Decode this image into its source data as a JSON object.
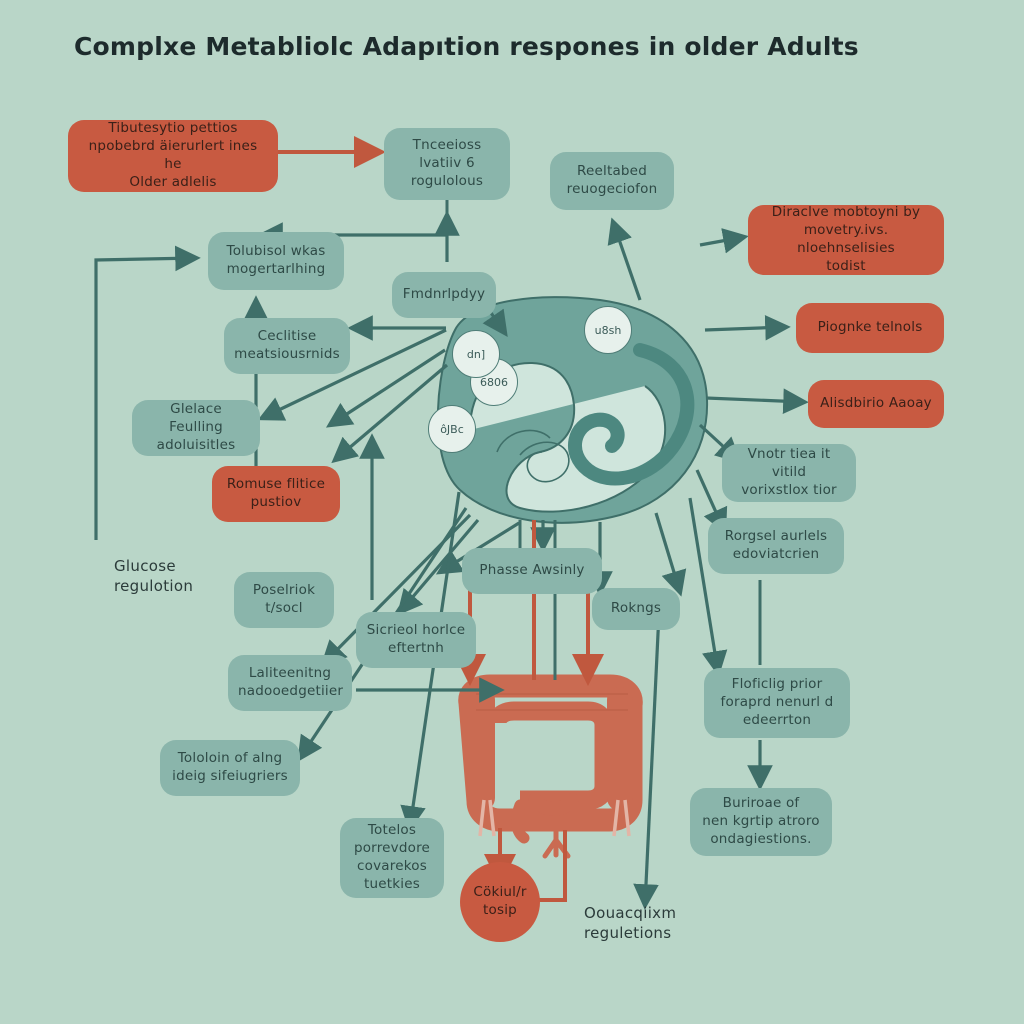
{
  "title": "Complxe Metabliolc Adapıtion respones in older Adults",
  "colors": {
    "background": "#b9d6c8",
    "teal_node": "#8ab5ab",
    "red_node": "#c85a41",
    "arrow_teal": "#3f6f69",
    "arrow_red": "#c0583e",
    "organ_teal": "#6fa49b",
    "organ_teal_dark": "#4d8880",
    "intestine": "#ca6b52",
    "text_dark": "#2e4a46"
  },
  "nodes": [
    {
      "id": "n1",
      "color": "red",
      "lines": [
        "Tibutesytio pettios",
        "npobebrd äierurlert ines he",
        "Older adlelis"
      ]
    },
    {
      "id": "n2",
      "color": "teal",
      "lines": [
        "Tnceeioss",
        "lvatiiv 6",
        "rogulolous"
      ]
    },
    {
      "id": "n3",
      "color": "teal",
      "lines": [
        "Reeltabed",
        "reuogeciofon"
      ]
    },
    {
      "id": "n4",
      "color": "red",
      "lines": [
        "Diraclve mobtoyni by",
        "movetry.ivs. nloehnselisies",
        "todist"
      ]
    },
    {
      "id": "n5",
      "color": "teal",
      "lines": [
        "Tolubisol wkas",
        "mogertarlhing"
      ]
    },
    {
      "id": "n6",
      "color": "red",
      "lines": [
        "Piognke telnols"
      ]
    },
    {
      "id": "n7",
      "color": "teal",
      "lines": [
        "Ceclitise",
        "meatsiousrnids"
      ]
    },
    {
      "id": "n8",
      "color": "teal",
      "lines": [
        "Fmdnrlpdyy"
      ]
    },
    {
      "id": "n9",
      "color": "red",
      "lines": [
        "Alisdbirio Aaoay"
      ]
    },
    {
      "id": "n10",
      "color": "teal",
      "lines": [
        "Glelace Feulling",
        "adoluisitles"
      ]
    },
    {
      "id": "n11",
      "color": "teal",
      "lines": [
        "Vnotr tiea it vitild",
        "vorixstlox tior"
      ]
    },
    {
      "id": "n12",
      "color": "red",
      "lines": [
        "Romuse flitice",
        "pustiov"
      ]
    },
    {
      "id": "n13",
      "color": "teal",
      "lines": [
        "Rorgsel aurlels",
        "edoviatcrien"
      ]
    },
    {
      "id": "n14",
      "color": "teal",
      "lines": [
        "Phasse Awsinly"
      ]
    },
    {
      "id": "n15",
      "color": "teal",
      "lines": [
        "Poselriok",
        "t/socl"
      ]
    },
    {
      "id": "n16",
      "color": "teal",
      "lines": [
        "Rokngs"
      ]
    },
    {
      "id": "n17",
      "color": "teal",
      "lines": [
        "Sicrieol horlce",
        "eftertnh"
      ]
    },
    {
      "id": "n18",
      "color": "teal",
      "lines": [
        "Floficlig prior",
        "foraprd nenurl d",
        "edeerrton"
      ]
    },
    {
      "id": "n19",
      "color": "teal",
      "lines": [
        "Laliteenitng",
        "nadooedgetiier"
      ]
    },
    {
      "id": "n20",
      "color": "teal",
      "lines": [
        "Tololoin of alng",
        "ideig sifeiugriers"
      ]
    },
    {
      "id": "n21",
      "color": "teal",
      "lines": [
        "Buriroae of",
        "nen kgrtip atroro",
        "ondagiestions."
      ]
    },
    {
      "id": "n22",
      "color": "teal",
      "lines": [
        "Totelos",
        "porrevdore",
        "covarekos",
        "tuetkies"
      ]
    },
    {
      "id": "n23",
      "color": "red",
      "lines": [
        "Cökiul/r",
        "tosip"
      ]
    }
  ],
  "free_labels": [
    {
      "id": "fl1",
      "lines": [
        "Glucose",
        "regulotion"
      ]
    },
    {
      "id": "fl2",
      "lines": [
        "Oouacqiixm",
        "reguletions"
      ]
    }
  ],
  "markers": [
    {
      "id": "m1",
      "label": "u8sh"
    },
    {
      "id": "m2",
      "label": "6806"
    },
    {
      "id": "m3",
      "label": "dn]"
    },
    {
      "id": "m4",
      "label": "ôJBc"
    }
  ],
  "illustrations": {
    "organ": "central-organ-blob",
    "intestine": "intestine-colon"
  }
}
